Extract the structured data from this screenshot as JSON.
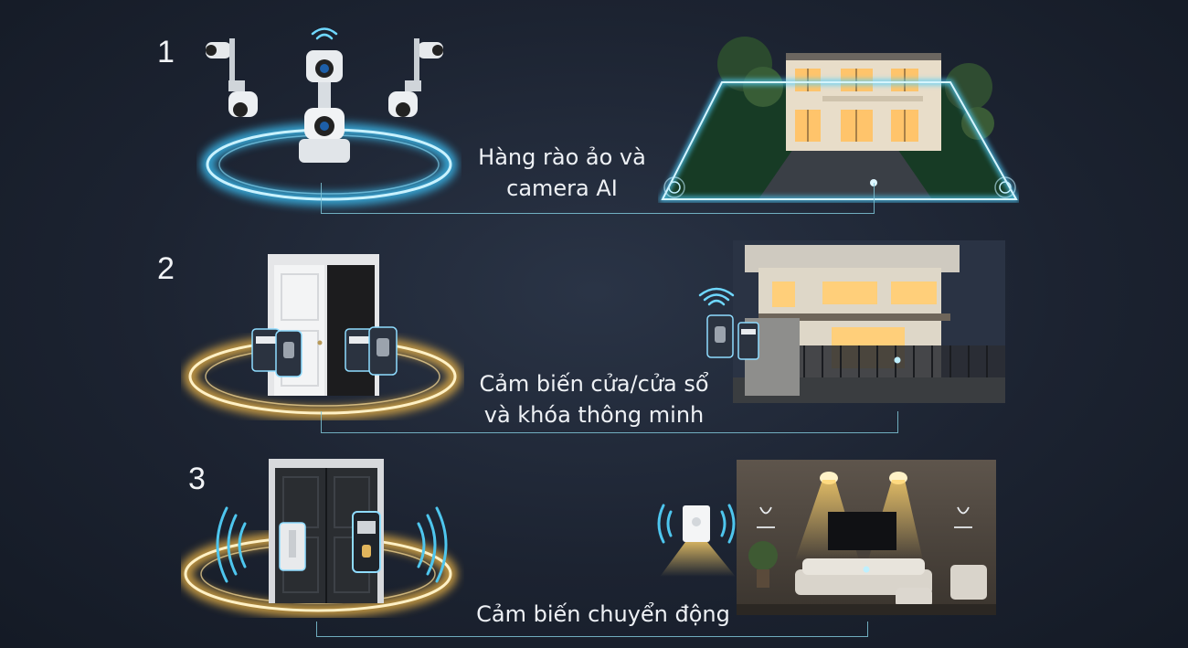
{
  "sections": [
    {
      "number": "1",
      "caption_line1": "Hàng rào ảo và",
      "caption_line2": "camera AI",
      "ring_color": "#56d6ff"
    },
    {
      "number": "2",
      "caption_line1": "Cảm biến cửa/cửa sổ",
      "caption_line2": "và khóa thông minh",
      "ring_color": "#ffd36a"
    },
    {
      "number": "3",
      "caption_line1": "Cảm biến chuyển động",
      "ring_color": "#ffd36a"
    }
  ],
  "icons": [
    "camera-icon",
    "wifi-icon",
    "door-sensor-icon",
    "smart-lock-icon",
    "motion-sensor-icon",
    "house-icon",
    "lamp-icon"
  ]
}
